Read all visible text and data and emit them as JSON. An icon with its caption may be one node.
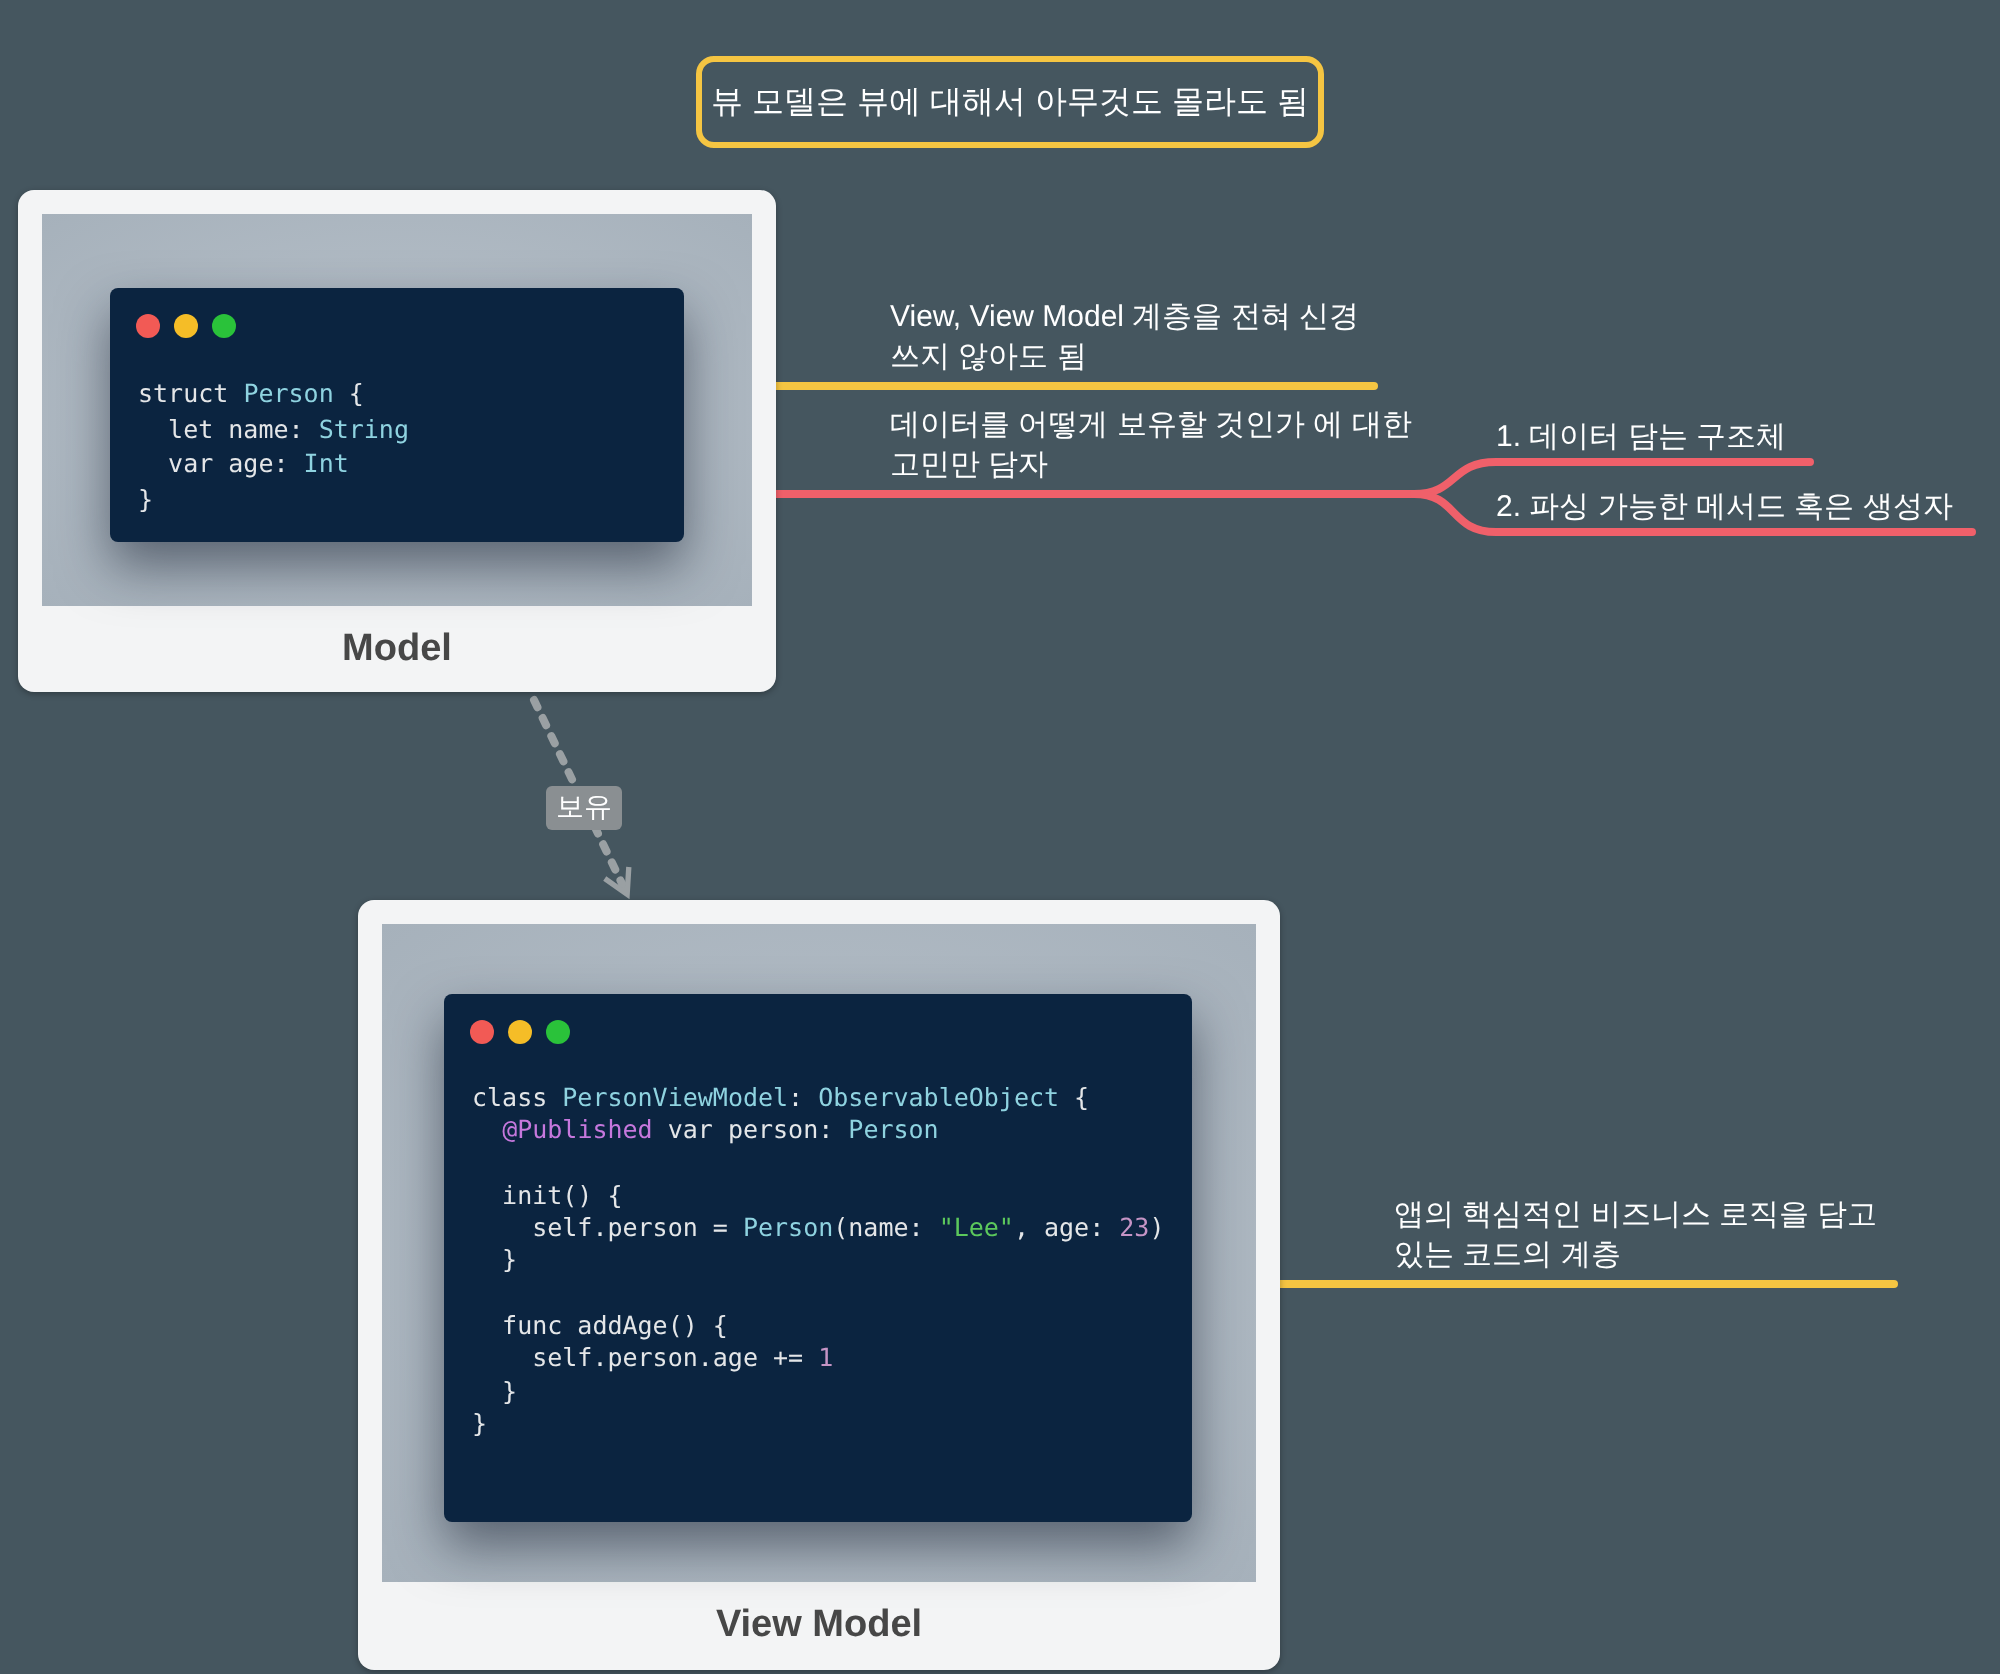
{
  "diagram": {
    "nodes": [
      {
        "text": [
          "뷰 모델은 뷰에 대해서 아무것도 몰라도 됨"
        ]
      },
      {
        "text": [
          "Model"
        ]
      },
      {
        "text": [
          "struct Person {",
          "  let name: String",
          "  var age: Int",
          "}"
        ],
        "in": 1
      },
      {
        "text": [
          "View, View Model 계층을 전혀 신경 쓰지 않아도 됨"
        ]
      },
      {
        "text": [
          "데이터를 어떻게 보유할 것인가 에 대한 고민만 담자"
        ]
      },
      {
        "text": [
          "1. 데이터 담는 구조체"
        ]
      },
      {
        "text": [
          "2. 파싱 가능한 메서드 혹은 생성자"
        ]
      },
      {
        "text": [
          "View Model"
        ]
      },
      {
        "text": [
          "class PersonViewModel: ObservableObject {",
          "  @Published var person: Person",
          "  init() {",
          "    self.person = Person(name: \"Lee\", age: 23)",
          "  }",
          "  func addAge() {",
          "    self.person.age += 1",
          "  }",
          "}"
        ],
        "in": 7
      },
      {
        "text": [
          "앱의 핵심적인 비즈니스 로직을 담고 있는 코드의 계층"
        ]
      }
    ],
    "edges": [
      {
        "from": 1,
        "to": 3,
        "arrow": "none",
        "color": "#f5c542"
      },
      {
        "from": 1,
        "to": 4,
        "arrow": "none",
        "color": "#f0606a"
      },
      {
        "from": 4,
        "to": 5,
        "arrow": "none",
        "color": "#f0606a"
      },
      {
        "from": 4,
        "to": 6,
        "arrow": "none",
        "color": "#f0606a"
      },
      {
        "from": 1,
        "to": 7,
        "arrow": "to",
        "style": "dashed",
        "color": "#9aa0a3",
        "label": "보유"
      },
      {
        "from": 7,
        "to": 9,
        "arrow": "none",
        "color": "#f5c542"
      }
    ]
  }
}
